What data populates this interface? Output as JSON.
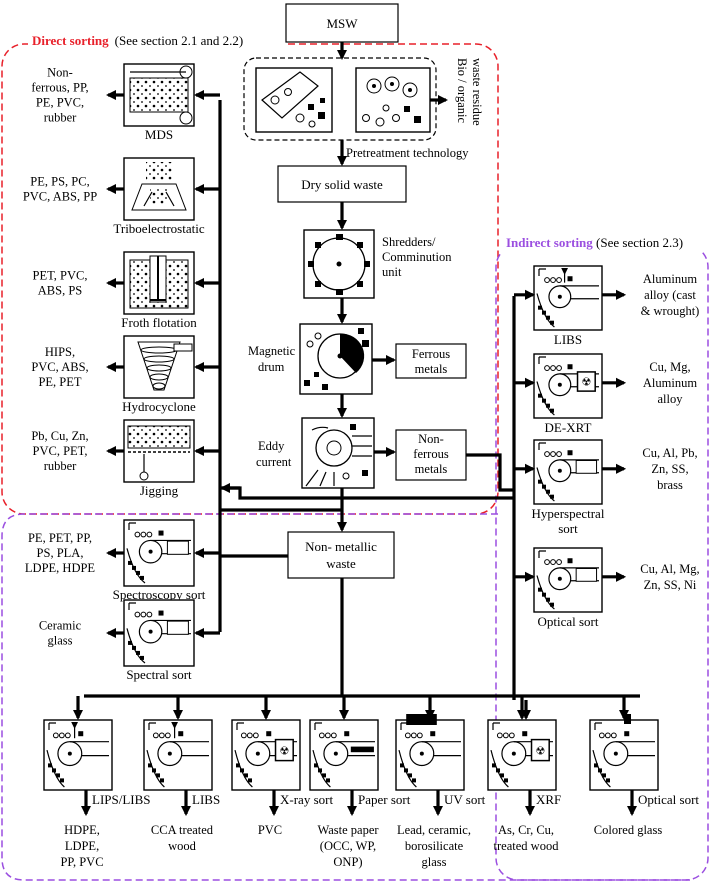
{
  "direct_sorting": {
    "title": "Direct sorting",
    "see": "(See section ",
    "ref1": "2.1",
    "and": " and ",
    "ref2": "2.2",
    "close": ")"
  },
  "indirect_sorting": {
    "title": "Indirect sorting",
    "see": " (See section ",
    "ref": "2.3",
    "close": ")"
  },
  "colors": {
    "direct_border": "#e8202a",
    "indirect_border": "#9b4fe0",
    "ref_link": "#1f4fd1"
  },
  "center": {
    "msw": "MSW",
    "residue": [
      "Bio / organic",
      "waste residue"
    ],
    "pretreatment": "Pretreatment technology",
    "dry_waste": "Dry solid waste",
    "shredders": [
      "Shredders/",
      "Comminution",
      "unit"
    ],
    "magnetic": [
      "Magnetic",
      "drum"
    ],
    "ferrous": [
      "Ferrous",
      "metals"
    ],
    "eddy": [
      "Eddy",
      "current"
    ],
    "nonferrous": [
      "Non-",
      "ferrous",
      "metals"
    ],
    "nonmetallic": [
      "Non- metallic",
      "waste"
    ]
  },
  "left_units": [
    {
      "label": "MDS",
      "outputs": [
        "Non-",
        "ferrous, PP,",
        "PE, PVC,",
        "rubber"
      ]
    },
    {
      "label": "Triboelectrostatic",
      "outputs": [
        "PE, PS, PC,",
        "PVC, ABS,  PP"
      ]
    },
    {
      "label": "Froth flotation",
      "outputs": [
        "PET, PVC,",
        "ABS, PS"
      ]
    },
    {
      "label": "Hydrocyclone",
      "outputs": [
        "HIPS,",
        "PVC, ABS,",
        "PE, PET"
      ]
    },
    {
      "label": "Jigging",
      "outputs": [
        "Pb, Cu, Zn,",
        "PVC, PET,",
        "rubber"
      ]
    },
    {
      "label": "Spectroscopy sort",
      "outputs": [
        "PE, PET, PP,",
        "PS, PLA,",
        "LDPE, HDPE"
      ]
    },
    {
      "label": "Spectral sort",
      "outputs": [
        "Ceramic",
        "glass"
      ]
    }
  ],
  "right_units": [
    {
      "label": "LIBS",
      "outputs": [
        "Aluminum",
        "alloy (cast",
        "& wrought)"
      ]
    },
    {
      "label": "DE-XRT",
      "outputs": [
        "Cu, Mg,",
        "Aluminum",
        "alloy"
      ]
    },
    {
      "label": "Hyperspectral",
      "label2": "sort",
      "outputs": [
        "Cu, Al, Pb,",
        "Zn, SS,",
        "brass"
      ]
    },
    {
      "label": "Optical sort",
      "outputs": [
        "Cu, Al, Mg,",
        "Zn, SS, Ni"
      ]
    }
  ],
  "bottom_units": [
    {
      "label": "LIPS/LIBS",
      "outputs": [
        "HDPE,",
        "LDPE,",
        "PP, PVC"
      ]
    },
    {
      "label": "LIBS",
      "outputs": [
        "CCA treated",
        "wood"
      ]
    },
    {
      "label": "X-ray sort",
      "outputs": [
        "PVC"
      ]
    },
    {
      "label": "Paper sort",
      "outputs": [
        "Waste paper",
        "(OCC, WP,",
        "ONP)"
      ]
    },
    {
      "label": "UV  sort",
      "tag": "U V",
      "outputs": [
        "Lead, ceramic,",
        "borosilicate",
        "glass"
      ]
    },
    {
      "label": "XRF",
      "outputs": [
        "As, Cr, Cu,",
        "treated wood"
      ]
    },
    {
      "label": "Optical sort",
      "outputs": [
        "Colored glass"
      ]
    }
  ]
}
